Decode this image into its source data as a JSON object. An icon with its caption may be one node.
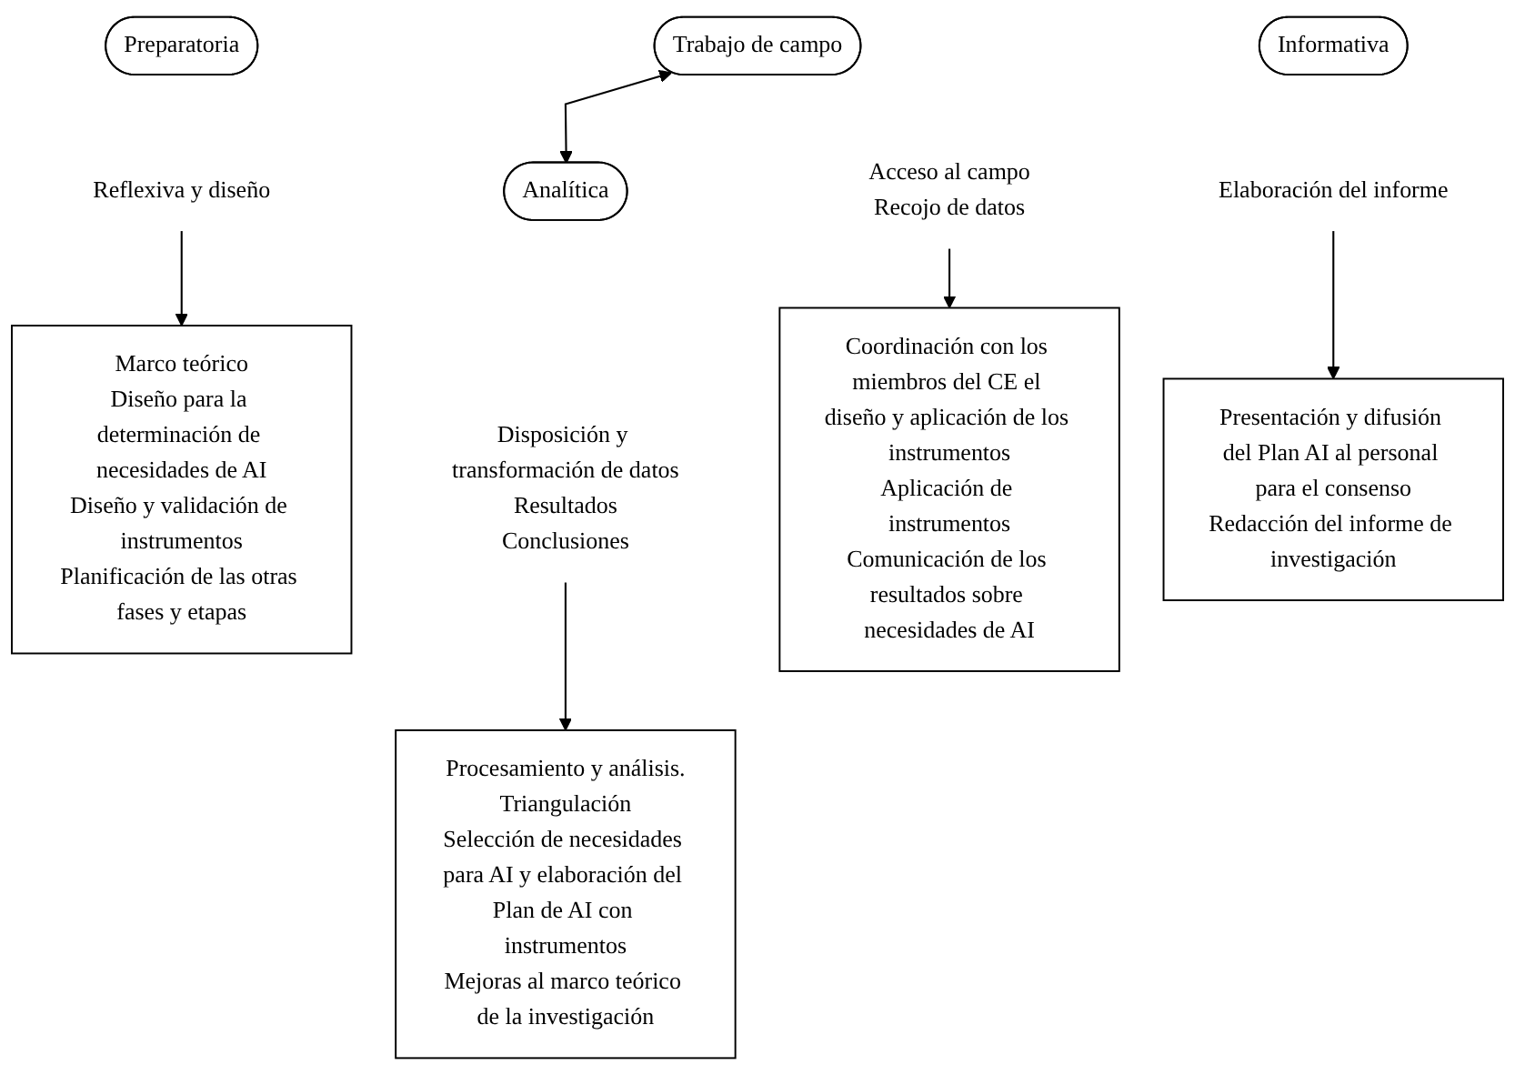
{
  "diagram": {
    "nodes": [
      {
        "text": [
          "Preparatoria"
        ]
      },
      {
        "text": [
          "Trabajo de campo"
        ]
      },
      {
        "text": [
          "Analítica"
        ]
      },
      {
        "text": [
          "Informativa"
        ]
      },
      {
        "text": [
          "Reflexiva y diseño"
        ]
      },
      {
        "text": [
          "Acceso al campo",
          "Recojo de datos"
        ]
      },
      {
        "text": [
          "Disposición y transformación de datos",
          "Resultados",
          "Conclusiones"
        ]
      },
      {
        "text": [
          "Elaboración del informe"
        ]
      },
      {
        "text": [
          "Marco teórico",
          "Diseño para la determinación de necesidades de AI",
          "Diseño y validación de instrumentos",
          "Planificación de las otras fases y etapas"
        ]
      },
      {
        "text": [
          "Coordinación con los miembros del CE el diseño y aplicación de los instrumentos",
          "Aplicación de instrumentos",
          "Comunicación de los resultados sobre necesidades de AI"
        ]
      },
      {
        "text": [
          "Procesamiento y análisis.",
          "Triangulación",
          "Selección de necesidades para AI y elaboración del Plan de AI con instrumentos",
          "Mejoras al marco teórico de la investigación"
        ]
      },
      {
        "text": [
          "Presentación y difusión del Plan AI al personal para el consenso",
          "Redacción del informe de investigación"
        ]
      }
    ],
    "edges": [
      {
        "from": 1,
        "to": 2,
        "arrow": "both"
      },
      {
        "from": 4,
        "to": 8,
        "arrow": "to"
      },
      {
        "from": 5,
        "to": 9,
        "arrow": "to"
      },
      {
        "from": 6,
        "to": 10,
        "arrow": "to"
      },
      {
        "from": 7,
        "to": 11,
        "arrow": "to"
      }
    ]
  }
}
